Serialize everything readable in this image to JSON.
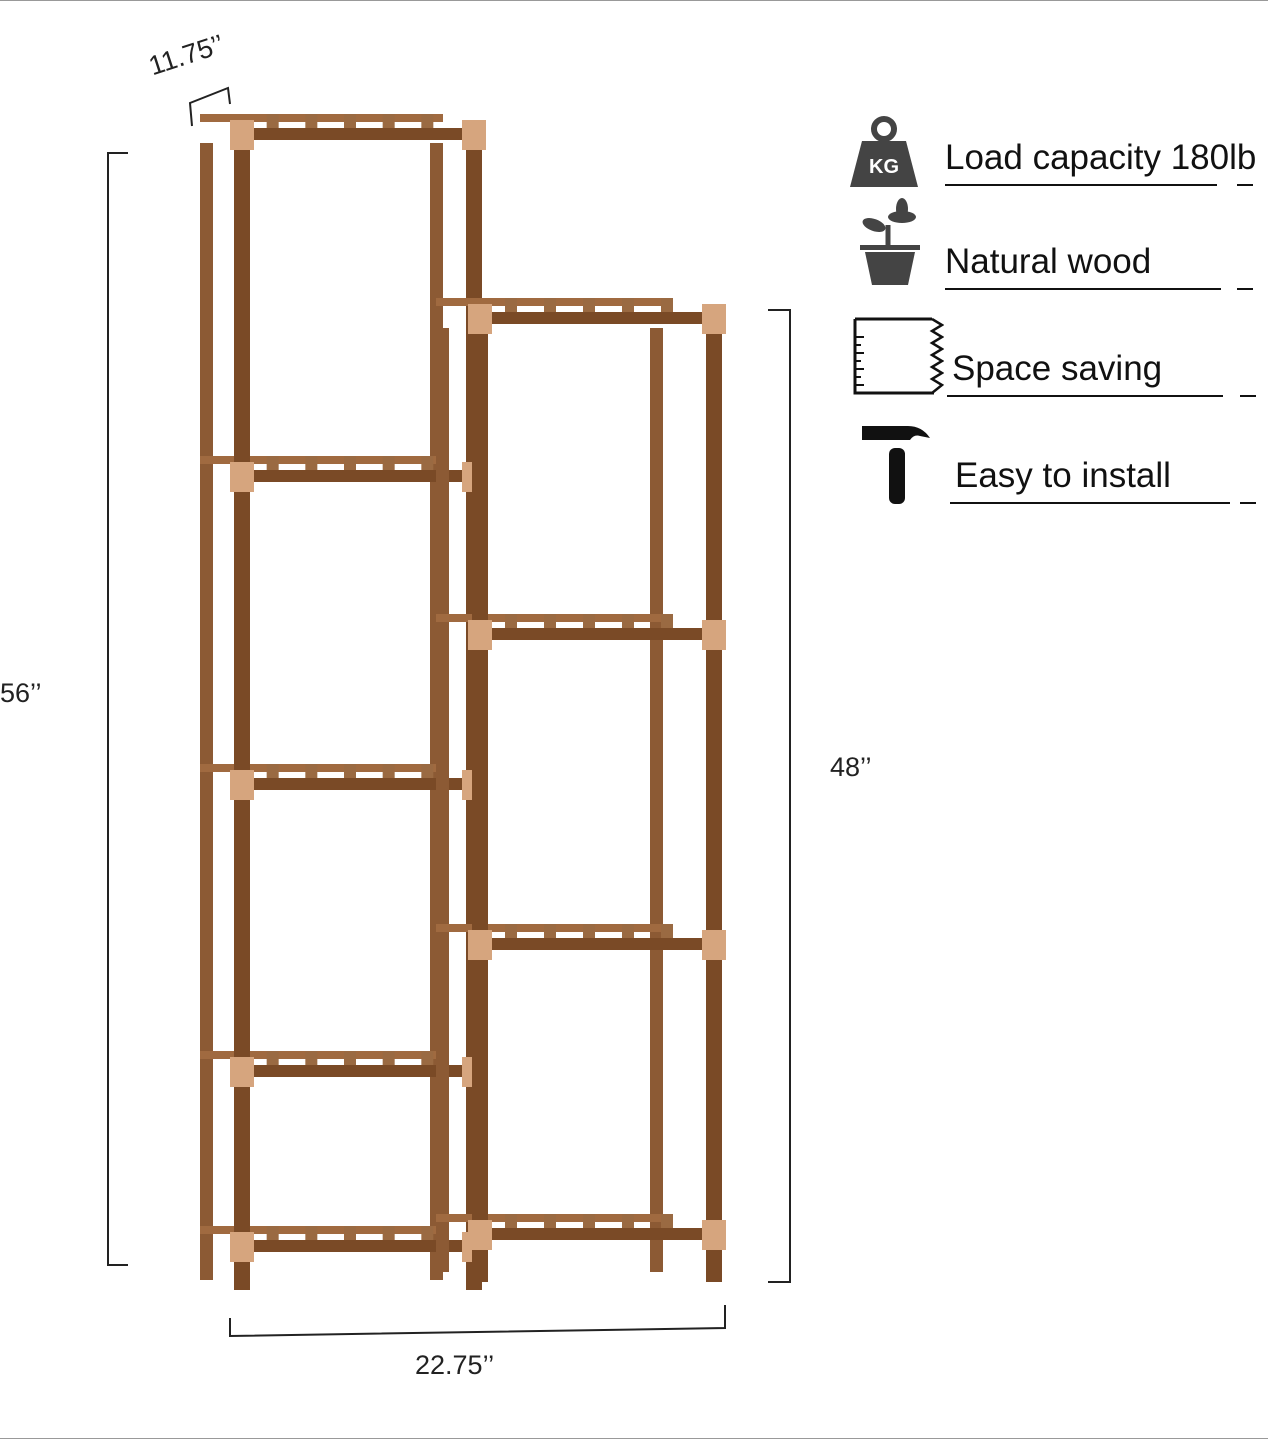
{
  "dimensions": {
    "depth": "11.75’’",
    "total_height": "56’’",
    "short_height": "48’’",
    "width": "22.75’’"
  },
  "features": [
    {
      "icon": "weight-kg-icon",
      "label": "Load capacity 180lb",
      "icon_text": "KG"
    },
    {
      "icon": "potted-plant-icon",
      "label": "Natural wood"
    },
    {
      "icon": "space-measure-icon",
      "label": "Space saving"
    },
    {
      "icon": "hammer-icon",
      "label": "Easy to install"
    }
  ],
  "colors": {
    "wood": "#7a4a26",
    "joint": "#d6a57e",
    "line": "#222222"
  }
}
